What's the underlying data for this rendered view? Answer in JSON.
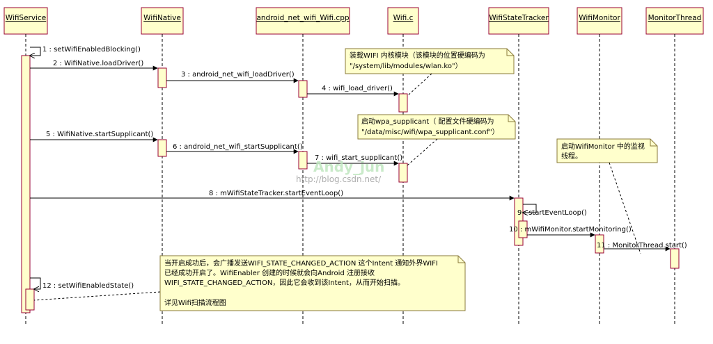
{
  "participants": [
    {
      "id": "svc",
      "label": "WifiService"
    },
    {
      "id": "native",
      "label": "WifiNative"
    },
    {
      "id": "cpp",
      "label": "android_net_wifi_Wifi.cpp"
    },
    {
      "id": "wific",
      "label": "Wifi.c"
    },
    {
      "id": "tracker",
      "label": "WifiStateTracker"
    },
    {
      "id": "monitor",
      "label": "WifiMonitor"
    },
    {
      "id": "thread",
      "label": "MonitorThread"
    }
  ],
  "messages": [
    {
      "label": "1 : setWifiEnabledBlocking()"
    },
    {
      "label": "2 : WifiNative.loadDriver()"
    },
    {
      "label": "3 : android_net_wifi_loadDriver()"
    },
    {
      "label": "4 : wifi_load_driver()"
    },
    {
      "label": "5 : WifiNative.startSupplicant()"
    },
    {
      "label": "6 : android_net_wifi_startSupplicant()"
    },
    {
      "label": "7 : wifi_start_supplicant()"
    },
    {
      "label": "8 : mWifiStateTracker.startEventLoop()"
    },
    {
      "label": "9 : startEventLoop()"
    },
    {
      "label": "10 : mWifiMonitor.startMonitoring()"
    },
    {
      "label": "11 : MonitorThread.start()"
    },
    {
      "label": "12 : setWifiEnabledState()"
    }
  ],
  "notes": [
    {
      "lines": [
        "装载WIFI 内核模块（该模块的位置硬编码为",
        "\"/system/lib/modules/wlan.ko\"）"
      ]
    },
    {
      "lines": [
        "启动wpa_supplicant（ 配置文件硬编码为",
        "\"/data/misc/wifi/wpa_supplicant.conf\"）"
      ]
    },
    {
      "lines": [
        "启动WifiMonitor 中的监视",
        "线程。"
      ]
    },
    {
      "lines": [
        "当开启成功后，会广播发送WIFI_STATE_CHANGED_ACTION 这个Intent 通知外界WIFI",
        "已经成功开启了。WifiEnabler 创建的时候就会向Android 注册接收",
        "WIFI_STATE_CHANGED_ACTION，因此它会收到该Intent，从而开始扫描。",
        "",
        "详见Wifi扫描流程图"
      ]
    }
  ],
  "watermark": {
    "name": "Andy_jun",
    "url": "http://blog.csdn.net/"
  },
  "colors": {
    "participant_fill": "#ffffcc",
    "participant_border": "#990033",
    "note_fill": "#ffffcc",
    "note_border": "#8a7a3a",
    "line": "#000000",
    "watermark": "#c0e6c0"
  }
}
